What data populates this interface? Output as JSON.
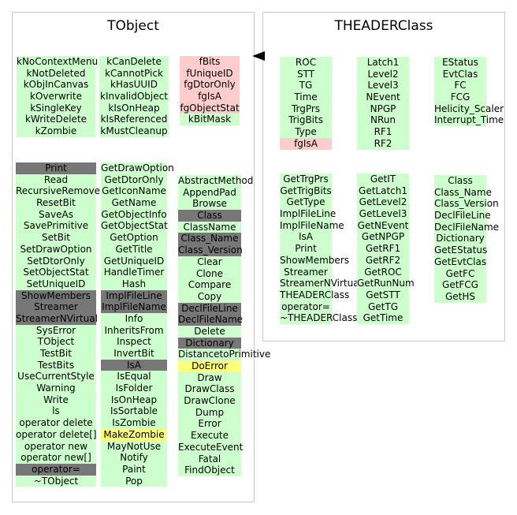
{
  "tobject": {
    "title": "TObject",
    "col1a": [
      "kNoContextMenu",
      "kNotDeleted",
      "kObjInCanvas",
      "kOverwrite",
      "kSingleKey",
      "kWriteDelete",
      "kZombie"
    ],
    "col2a": [
      "kCanDelete",
      "kCannotPick",
      "kHasUUID",
      "kInvalidObject",
      "kIsOnHeap",
      "kIsReferenced",
      "kMustCleanup"
    ],
    "col3a": [
      "fBits",
      "fUniqueID",
      "fgDtorOnly",
      "fgIsA",
      "fgObjectStat",
      "kBitMask"
    ],
    "col1b": [
      "Print",
      "Read",
      "RecursiveRemove",
      "ResetBit",
      "SaveAs",
      "SavePrimitive",
      "SetBit",
      "SetDrawOption",
      "SetDtorOnly",
      "SetObjectStat",
      "SetUniqueID",
      "ShowMembers",
      "Streamer",
      "StreamerNVirtual",
      "SysError",
      "TObject",
      "TestBit",
      "TestBits",
      "UseCurrentStyle",
      "Warning",
      "Write",
      "ls",
      "operator delete",
      "operator delete[]",
      "operator new",
      "operator new[]",
      "operator=",
      "~TObject"
    ],
    "col2b": [
      "GetDrawOption",
      "GetDtorOnly",
      "GetIconName",
      "GetName",
      "GetObjectInfo",
      "GetObjectStat",
      "GetOption",
      "GetTitle",
      "GetUniqueID",
      "HandleTimer",
      "Hash",
      "ImplFileLine",
      "ImplFileName",
      "Info",
      "InheritsFrom",
      "Inspect",
      "InvertBit",
      "IsA",
      "IsEqual",
      "IsFolder",
      "IsOnHeap",
      "IsSortable",
      "IsZombie",
      "MakeZombie",
      "MayNotUse",
      "Notify",
      "Paint",
      "Pop"
    ],
    "col3b": [
      "AbstractMethod",
      "AppendPad",
      "Browse",
      "Class",
      "ClassName",
      "Class_Name",
      "Class_Version",
      "Clear",
      "Clone",
      "Compare",
      "Copy",
      "DeclFileLine",
      "DeclFileName",
      "Delete",
      "Dictionary",
      "DistancetoPrimitive",
      "DoError",
      "Draw",
      "DrawClass",
      "DrawClone",
      "Dump",
      "Error",
      "Execute",
      "ExecuteEvent",
      "Fatal",
      "FindObject"
    ]
  },
  "theader": {
    "title": "THEADERClass",
    "col1a": [
      "ROC",
      "STT",
      "TG",
      "Time",
      "TrgPrs",
      "TrigBits",
      "Type",
      "fgIsA"
    ],
    "col2a": [
      "Latch1",
      "Level2",
      "Level3",
      "NEvent",
      "NPGP",
      "NRun",
      "RF1",
      "RF2"
    ],
    "col3a": [
      "EStatus",
      "EvtClas",
      "FC",
      "FCG",
      "Helicity_Scaler",
      "Interrupt_Time"
    ],
    "col1b": [
      "GetTrgPrs",
      "GetTrigBits",
      "GetType",
      "ImplFileLine",
      "ImplFileName",
      "IsA",
      "Print",
      "ShowMembers",
      "Streamer",
      "StreamerNVirtual",
      "THEADERClass",
      "operator=",
      "~THEADERClass"
    ],
    "col2b": [
      "GetIT",
      "GetLatch1",
      "GetLevel2",
      "GetLevel3",
      "GetNEvent",
      "GetNPGP",
      "GetRF1",
      "GetRF2",
      "GetROC",
      "GetRunNum",
      "GetSTT",
      "GetTG",
      "GetTime"
    ],
    "col3b": [
      "Class",
      "Class_Name",
      "Class_Version",
      "DeclFileLine",
      "DeclFileName",
      "Dictionary",
      "GetEStatus",
      "GetEvtClas",
      "GetFC",
      "GetFCG",
      "GetHS"
    ]
  },
  "colors": {
    "member": "#ccffcc",
    "private": "#ffcccc",
    "inherited": "#777777",
    "highlight": "#ffff77"
  },
  "styles": {
    "tobject": {
      "col3a": {
        "0": "r",
        "1": "r",
        "2": "r",
        "3": "r",
        "4": "r"
      },
      "col1b": {
        "0": "d",
        "11": "d",
        "12": "d",
        "13": "d",
        "26": "d"
      },
      "col2b": {
        "11": "d",
        "12": "d",
        "17": "d",
        "23": "y"
      },
      "col3b": {
        "3": "d",
        "5": "d",
        "6": "d",
        "11": "d",
        "12": "d",
        "14": "d",
        "16": "y"
      }
    },
    "theader": {
      "col1a": {
        "7": "r"
      }
    }
  }
}
